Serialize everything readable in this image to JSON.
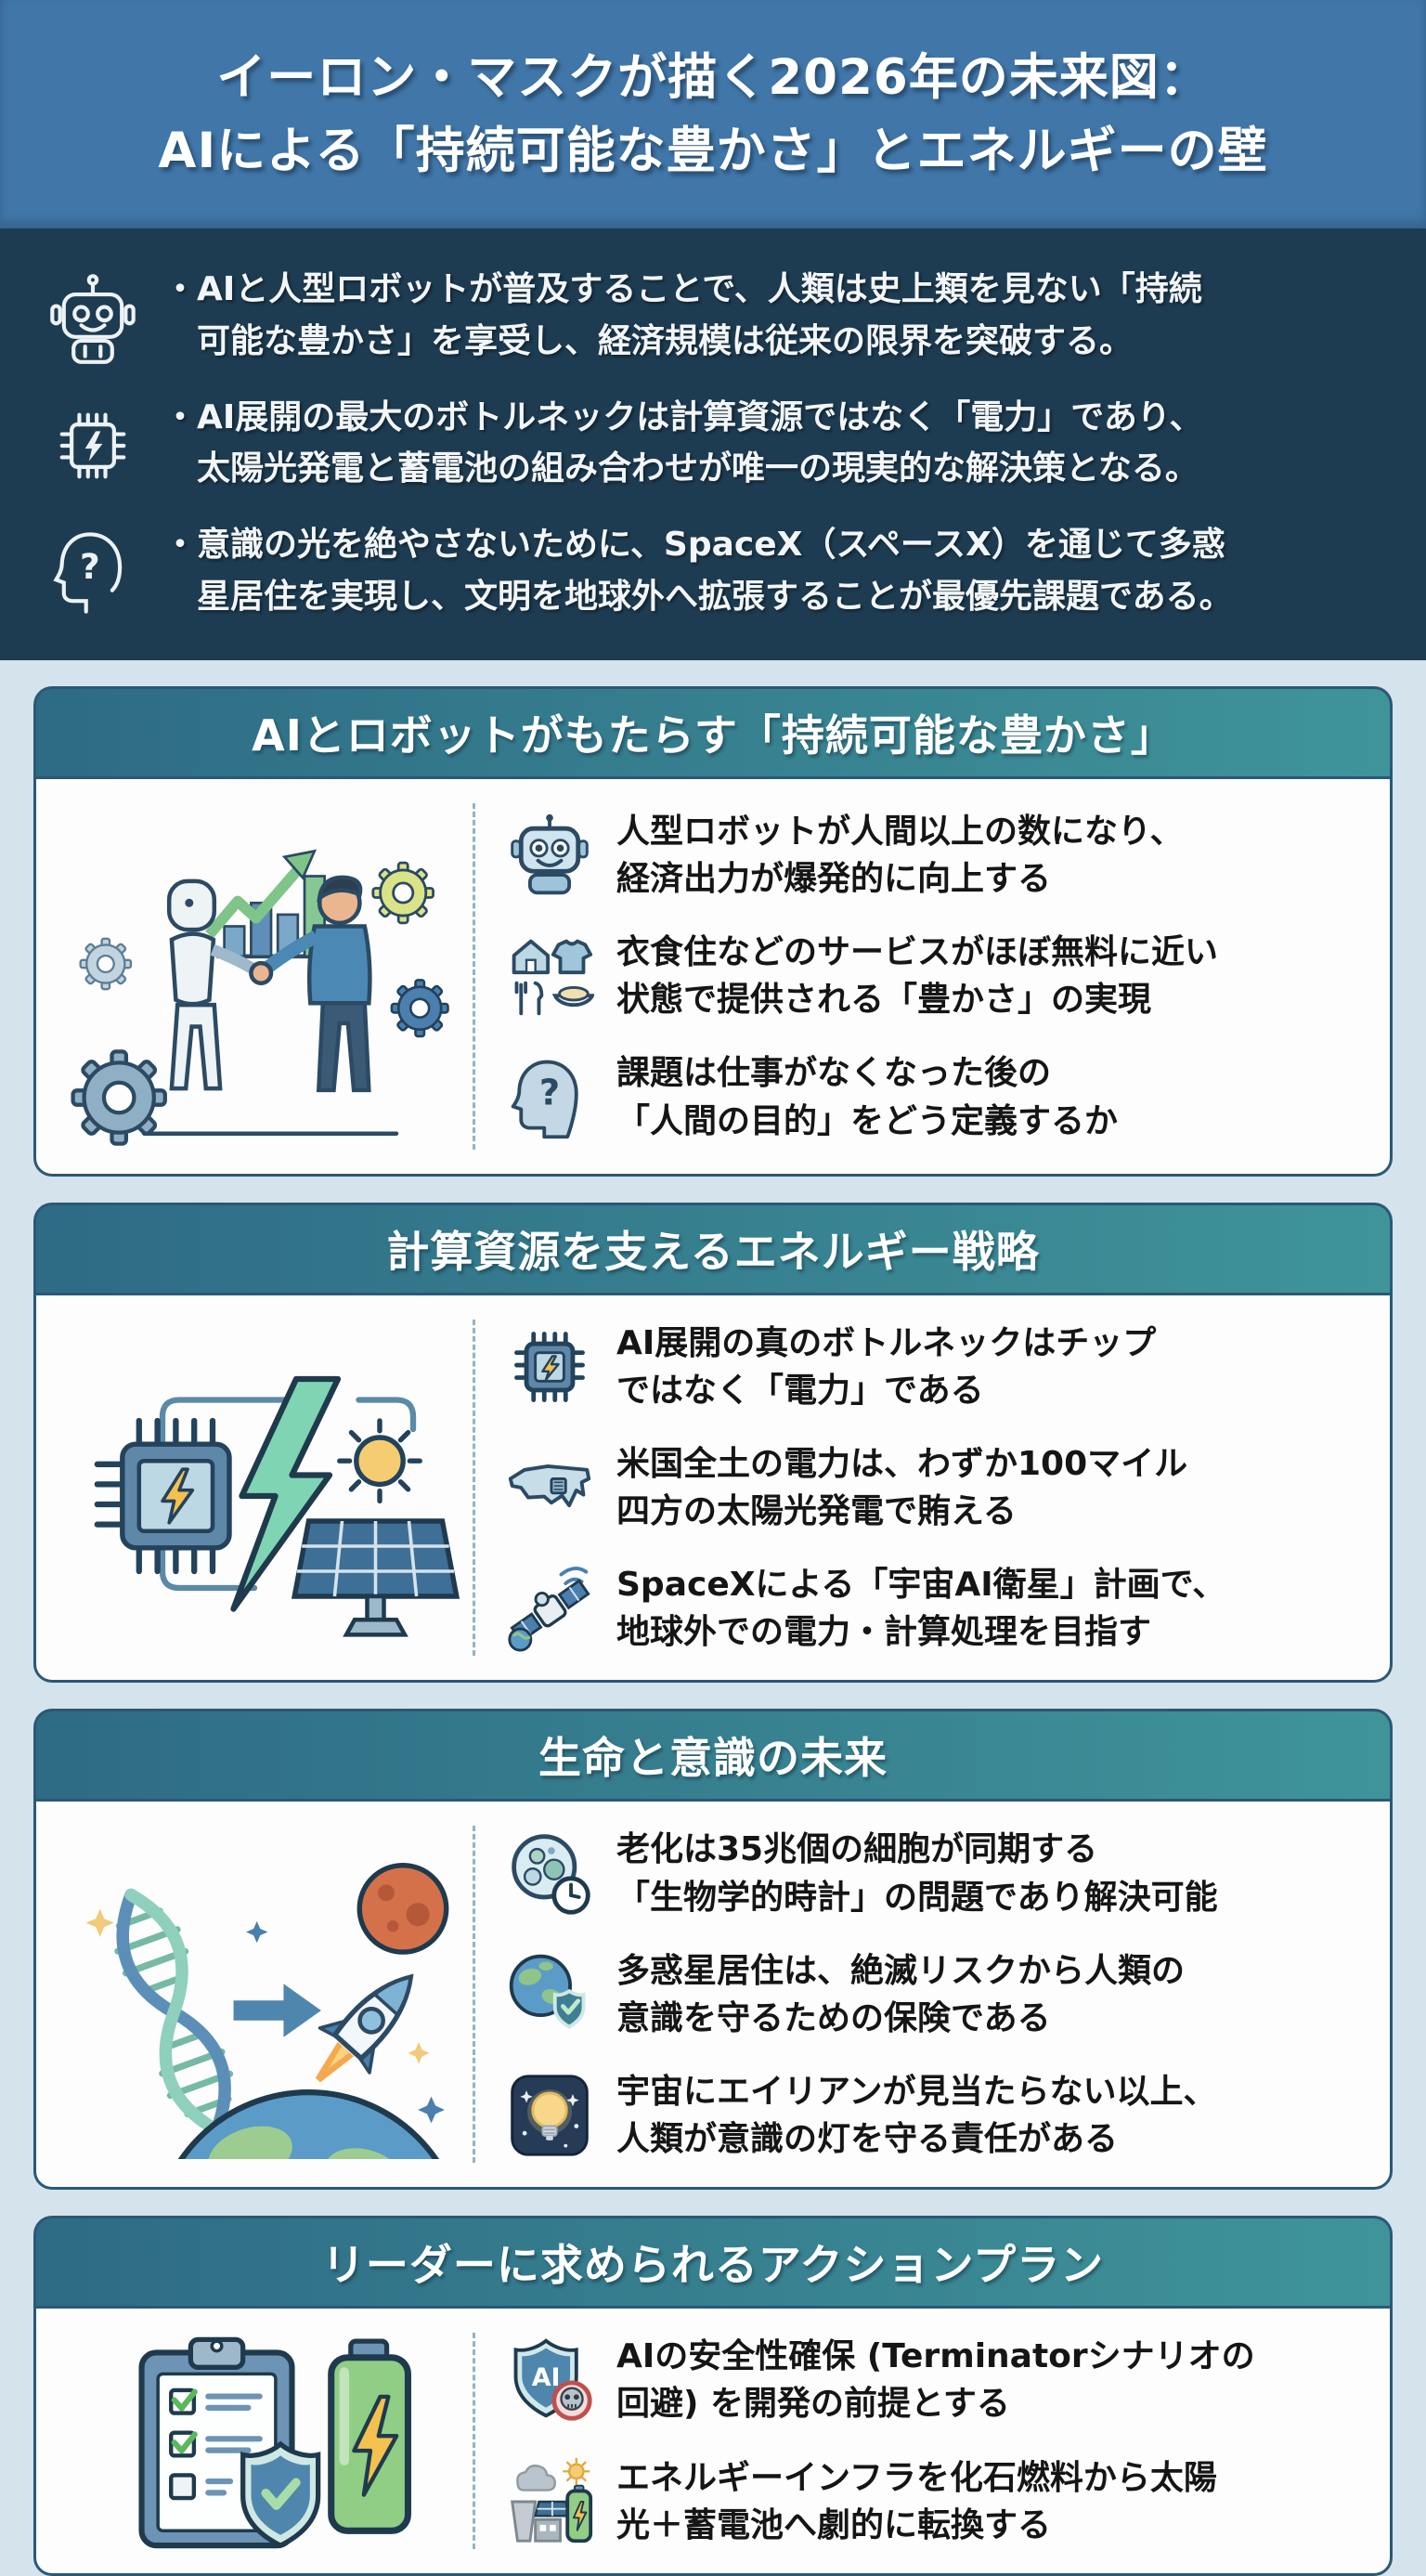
{
  "header": {
    "line1": "イーロン・マスクが描く2026年の未来図：",
    "line2": "AIによる「持続可能な豊かさ」とエネルギーの壁"
  },
  "summary": {
    "marker": "・",
    "items": [
      {
        "icon": "robot-outline-icon",
        "text": "AIと人型ロボットが普及することで、人類は史上類を見ない「持続\n可能な豊かさ」を享受し、経済規模は従来の限界を突破する。"
      },
      {
        "icon": "chip-outline-icon",
        "text": "AI展開の最大のボトルネックは計算資源ではなく「電力」であり、\n太陽光発電と蓄電池の組み合わせが唯一の現実的な解決策となる。"
      },
      {
        "icon": "head-question-outline-icon",
        "text": "意識の光を絶やさないために、SpaceX（スペースX）を通じて多惑\n星居住を実現し、文明を地球外へ拡張することが最優先課題である。"
      }
    ]
  },
  "sections": [
    {
      "title": "AIとロボットがもたらす「持続可能な豊かさ」",
      "illustration": "robot-human-handshake-growth-chart",
      "bullets": [
        {
          "icon": "robot-icon",
          "text": "人型ロボットが人間以上の数になり、\n経済出力が爆発的に向上する"
        },
        {
          "icon": "living-essentials-icon",
          "text": "衣食住などのサービスがほぼ無料に近い\n状態で提供される「豊かさ」の実現"
        },
        {
          "icon": "head-question-icon",
          "text": "課題は仕事がなくなった後の\n「人間の目的」をどう定義するか"
        }
      ]
    },
    {
      "title": "計算資源を支えるエネルギー戦略",
      "illustration": "chip-lightning-sun-solar-panel",
      "bullets": [
        {
          "icon": "chip-bolt-icon",
          "text": "AI展開の真のボトルネックはチップ\nではなく「電力」である"
        },
        {
          "icon": "usa-map-icon",
          "text": "米国全土の電力は、わずか100マイル\n四方の太陽光発電で賄える"
        },
        {
          "icon": "satellite-icon",
          "text": "SpaceXによる「宇宙AI衛星」計画で、\n地球外での電力・計算処理を目指す"
        }
      ]
    },
    {
      "title": "生命と意識の未来",
      "illustration": "dna-rocket-earth-mars",
      "bullets": [
        {
          "icon": "cells-clock-icon",
          "text": "老化は35兆個の細胞が同期する\n「生物学的時計」の問題であり解決可能"
        },
        {
          "icon": "earth-shield-icon",
          "text": "多惑星居住は、絶滅リスクから人類の\n意識を守るための保険である"
        },
        {
          "icon": "lightbulb-space-icon",
          "text": "宇宙にエイリアンが見当たらない以上、\n人類が意識の灯を守る責任がある"
        }
      ]
    },
    {
      "title": "リーダーに求められるアクションプラン",
      "illustration": "checklist-shield-battery",
      "bullets": [
        {
          "icon": "ai-shield-skull-icon",
          "text": "AIの安全性確保 (Terminatorシナリオの\n回避) を開発の前提とする"
        },
        {
          "icon": "energy-transition-icon",
          "text": "エネルギーインフラを化石燃料から太陽\n光＋蓄電池へ劇的に転換する"
        }
      ]
    }
  ],
  "icons": {
    "ai_shield_label": "AI",
    "question_mark": "?"
  },
  "colors": {
    "page_bg": "#d5e3ec",
    "header_bg": "#4076a8",
    "summary_bg": "#1d3c52",
    "section_header_gradient_start": "#2e6b85",
    "section_header_gradient_end": "#3f949a",
    "card_border": "#2b5876",
    "card_bg": "#fdfdfd",
    "accent_green": "#7fc489",
    "bolt_yellow": "#f4c14f",
    "text_dark": "#151515"
  }
}
